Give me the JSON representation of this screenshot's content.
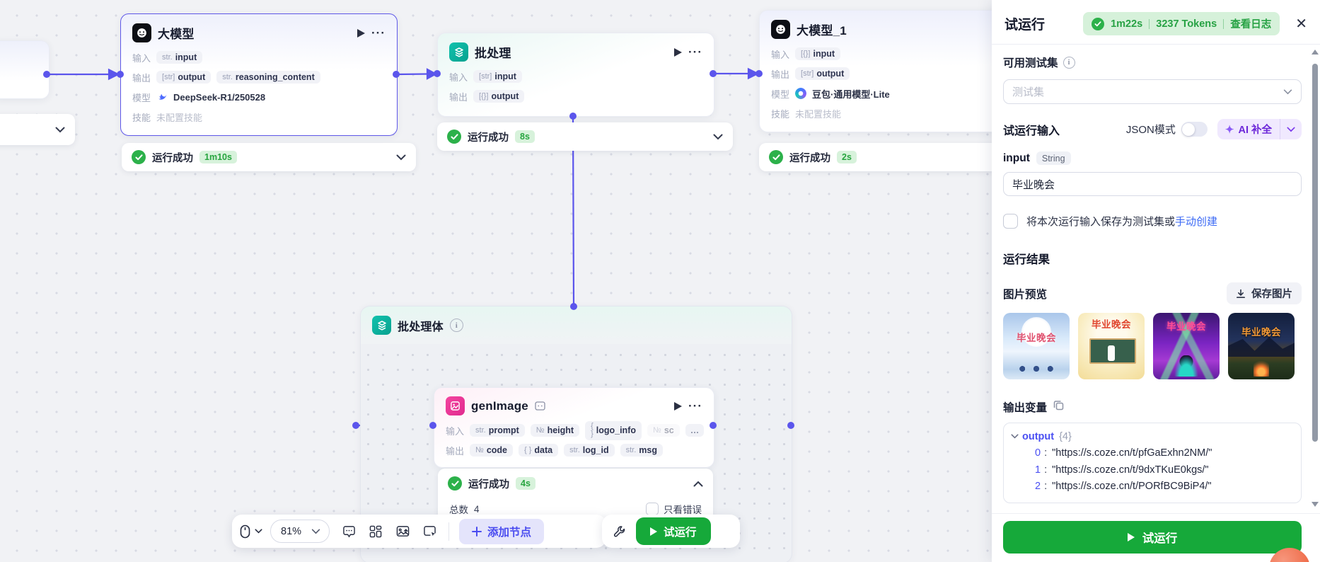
{
  "labels": {
    "input": "输入",
    "output": "输出",
    "model": "模型",
    "skill": "技能"
  },
  "canvas": {
    "nodes": {
      "llm": {
        "title": "大模型",
        "inputs": [
          {
            "type": "str.",
            "name": "input"
          }
        ],
        "outputs": [
          {
            "type": "[str]",
            "name": "output"
          },
          {
            "type": "str.",
            "name": "reasoning_content"
          }
        ],
        "model": "DeepSeek-R1/250528",
        "skill": "未配置技能",
        "status": {
          "text": "运行成功",
          "duration": "1m10s"
        }
      },
      "batch": {
        "title": "批处理",
        "inputs": [
          {
            "type": "[str]",
            "name": "input"
          }
        ],
        "outputs": [
          {
            "type": "[{}]",
            "name": "output"
          }
        ],
        "status": {
          "text": "运行成功",
          "duration": "8s"
        }
      },
      "llm1": {
        "title": "大模型_1",
        "inputs": [
          {
            "type": "[{}]",
            "name": "input"
          }
        ],
        "outputs": [
          {
            "type": "[str]",
            "name": "output"
          }
        ],
        "model": "豆包·通用模型·Lite",
        "skill": "未配置技能",
        "status": {
          "text": "运行成功",
          "duration": "2s"
        }
      },
      "batch_body": {
        "title": "批处理体"
      },
      "gen_image": {
        "title": "genImage",
        "inputs": [
          {
            "type": "str.",
            "name": "prompt"
          },
          {
            "type": "№",
            "name": "height"
          },
          {
            "type": "{ }",
            "name": "logo_info"
          },
          {
            "type": "№",
            "name": "sc"
          }
        ],
        "more": "…",
        "outputs": [
          {
            "type": "№",
            "name": "code"
          },
          {
            "type": "{ }",
            "name": "data"
          },
          {
            "type": "str.",
            "name": "log_id"
          },
          {
            "type": "str.",
            "name": "msg"
          }
        ],
        "status": {
          "text": "运行成功",
          "duration": "4s",
          "total_label": "总数",
          "total_value": "4",
          "errors_only_label": "只看错误"
        }
      }
    },
    "toolbar": {
      "zoom": "81%",
      "add_node_label": "添加节点",
      "run_label": "试运行"
    }
  },
  "panel": {
    "title": "试运行",
    "header_badge": {
      "duration": "1m22s",
      "tokens": "3237 Tokens",
      "view_logs": "查看日志"
    },
    "test_set": {
      "label": "可用测试集",
      "placeholder": "测试集"
    },
    "run_input": {
      "label": "试运行输入",
      "json_mode": "JSON模式",
      "ai_complete": "AI 补全",
      "field_name": "input",
      "field_type": "String",
      "field_value": "毕业晚会",
      "save_text": "将本次运行输入保存为测试集或",
      "create_link": "手动创建"
    },
    "results": {
      "label": "运行结果",
      "preview_label": "图片预览",
      "save_images": "保存图片",
      "posters": [
        {
          "text": "毕业晚会"
        },
        {
          "text": "毕业晚会"
        },
        {
          "text": "毕业晚会"
        },
        {
          "text": "毕业晚会"
        }
      ]
    },
    "output_vars": {
      "label": "输出变量",
      "root_key": "output",
      "root_count": "{4}",
      "items": [
        {
          "index": "0",
          "value": "\"https://s.coze.cn/t/pfGaExhn2NM/\""
        },
        {
          "index": "1",
          "value": "\"https://s.coze.cn/t/9dxTKuE0kgs/\""
        },
        {
          "index": "2",
          "value": "\"https://s.coze.cn/t/PORfBC9BiP4/\""
        }
      ]
    },
    "run_button": "试运行"
  },
  "colors": {
    "edge_purple": "#5b55ec",
    "success_green": "#2cb14a",
    "badge_green_bg": "#d6f1da",
    "run_button_green": "#16a93a",
    "link_blue": "#3d6bf5",
    "ai_purple": "#6d28d9"
  }
}
